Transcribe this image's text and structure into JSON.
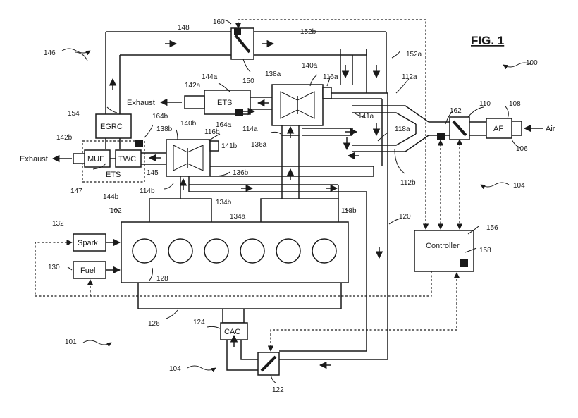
{
  "figure": {
    "title": "FIG. 1"
  },
  "components": {
    "af": "AF",
    "air": "Air",
    "controller": "Controller",
    "cac": "CAC",
    "spark": "Spark",
    "fuel": "Fuel",
    "egrc": "EGRC",
    "ets": "ETS",
    "muf": "MUF",
    "twc": "TWC",
    "exhaust": "Exhaust"
  },
  "refs": {
    "r100": "100",
    "r101": "101",
    "r102": "102",
    "r104": "104",
    "r106": "106",
    "r108": "108",
    "r110": "110",
    "r112a": "112a",
    "r112b": "112b",
    "r114a": "114a",
    "r114b": "114b",
    "r116a": "116a",
    "r116b": "116b",
    "r118a": "118a",
    "r118b": "118b",
    "r120": "120",
    "r122": "122",
    "r124": "124",
    "r126": "126",
    "r128": "128",
    "r130": "130",
    "r132": "132",
    "r134a": "134a",
    "r134b": "134b",
    "r136a": "136a",
    "r136b": "136b",
    "r138a": "138a",
    "r138b": "138b",
    "r140a": "140a",
    "r140b": "140b",
    "r141a": "141a",
    "r141b": "141b",
    "r142a": "142a",
    "r142b": "142b",
    "r144a": "144a",
    "r144b": "144b",
    "r145": "145",
    "r146": "146",
    "r147": "147",
    "r148": "148",
    "r150": "150",
    "r152a": "152a",
    "r152b": "152b",
    "r154": "154",
    "r156": "156",
    "r158": "158",
    "r160": "160",
    "r162": "162",
    "r164a": "164a",
    "r164b": "164b"
  },
  "engine": {
    "cylinders": 6
  },
  "colors": {
    "line": "#1a1a1a",
    "background": "#ffffff"
  },
  "icons": {
    "flow_arrow": "flow-arrow-icon",
    "throttle": "throttle-valve-icon",
    "turbo": "turbocharger-icon",
    "sensor": "sensor-icon"
  }
}
